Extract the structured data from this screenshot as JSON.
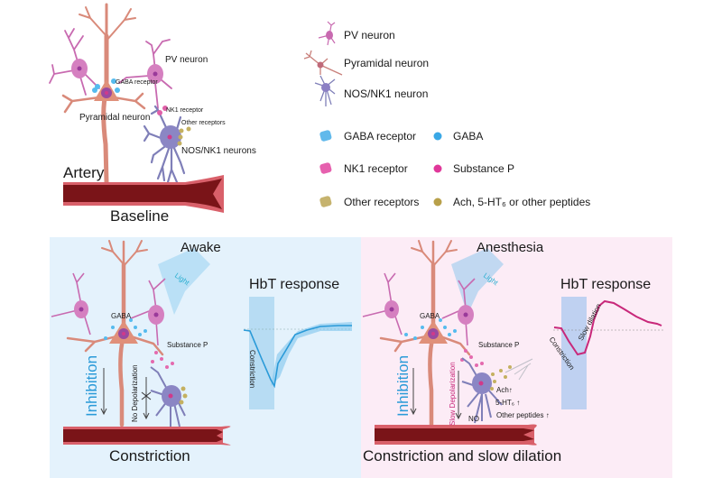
{
  "baseline": {
    "title": "Baseline",
    "artery_label": "Artery",
    "labels": {
      "pv_neuron": "PV neuron",
      "gaba_receptor": "GABA receptor",
      "pyramidal_neuron": "Pyramidal neuron",
      "nk1_receptor": "NK1 receptor",
      "other_receptors": "Other receptors",
      "nos_nk1_neurons": "NOS/NK1 neurons"
    }
  },
  "legend": {
    "neurons": [
      {
        "icon": "pv-neuron-icon",
        "label": "PV neuron"
      },
      {
        "icon": "pyramidal-neuron-icon",
        "label": "Pyramidal neuron"
      },
      {
        "icon": "nos-nk1-neuron-icon",
        "label": "NOS/NK1 neuron"
      }
    ],
    "molecules": [
      {
        "receptor": "GABA receptor",
        "ligand": "GABA",
        "color": "#3aa8e6"
      },
      {
        "receptor": "NK1 receptor",
        "ligand": "Substance P",
        "color": "#e0389a"
      },
      {
        "receptor": "Other receptors",
        "ligand": "Ach, 5-HT₆ or other peptides",
        "color": "#b8a04a"
      }
    ]
  },
  "awake": {
    "title": "Awake",
    "light": "Light",
    "gaba": "GABA",
    "substance_p": "Substance P",
    "inhibition": "Inhibition",
    "no_depolarization": "No Depolarization",
    "outcome": "Constriction",
    "hbt_title": "HbT response",
    "hbt_annotation": "Constriction",
    "bg_color": "#e4f2fc",
    "trace_color": "#2a9ad8"
  },
  "anesthesia": {
    "title": "Anesthesia",
    "light": "Light",
    "gaba": "GABA",
    "substance_p": "Substance P",
    "inhibition": "Inhibition",
    "slow_depolarization": "Slow Depolarization",
    "ach": "Ach↑",
    "ht": "5-HT₆ ↑",
    "other_peptides": "Other peptides ↑",
    "no": "NO",
    "outcome": "Constriction and slow dilation",
    "hbt_title": "HbT response",
    "hbt_annotation_1": "Constriction",
    "hbt_annotation_2": "Slow dilation",
    "bg_color": "#fcecf6",
    "trace_color": "#c8287a"
  },
  "colors": {
    "artery_dark": "#7a1418",
    "artery_light": "#d9606a",
    "pyramidal": "#d98a7a",
    "pv": "#c86ab0",
    "nos": "#7f7fb8",
    "inhibition_text": "#2a9ad8",
    "slow_depol_text": "#c8287a"
  }
}
